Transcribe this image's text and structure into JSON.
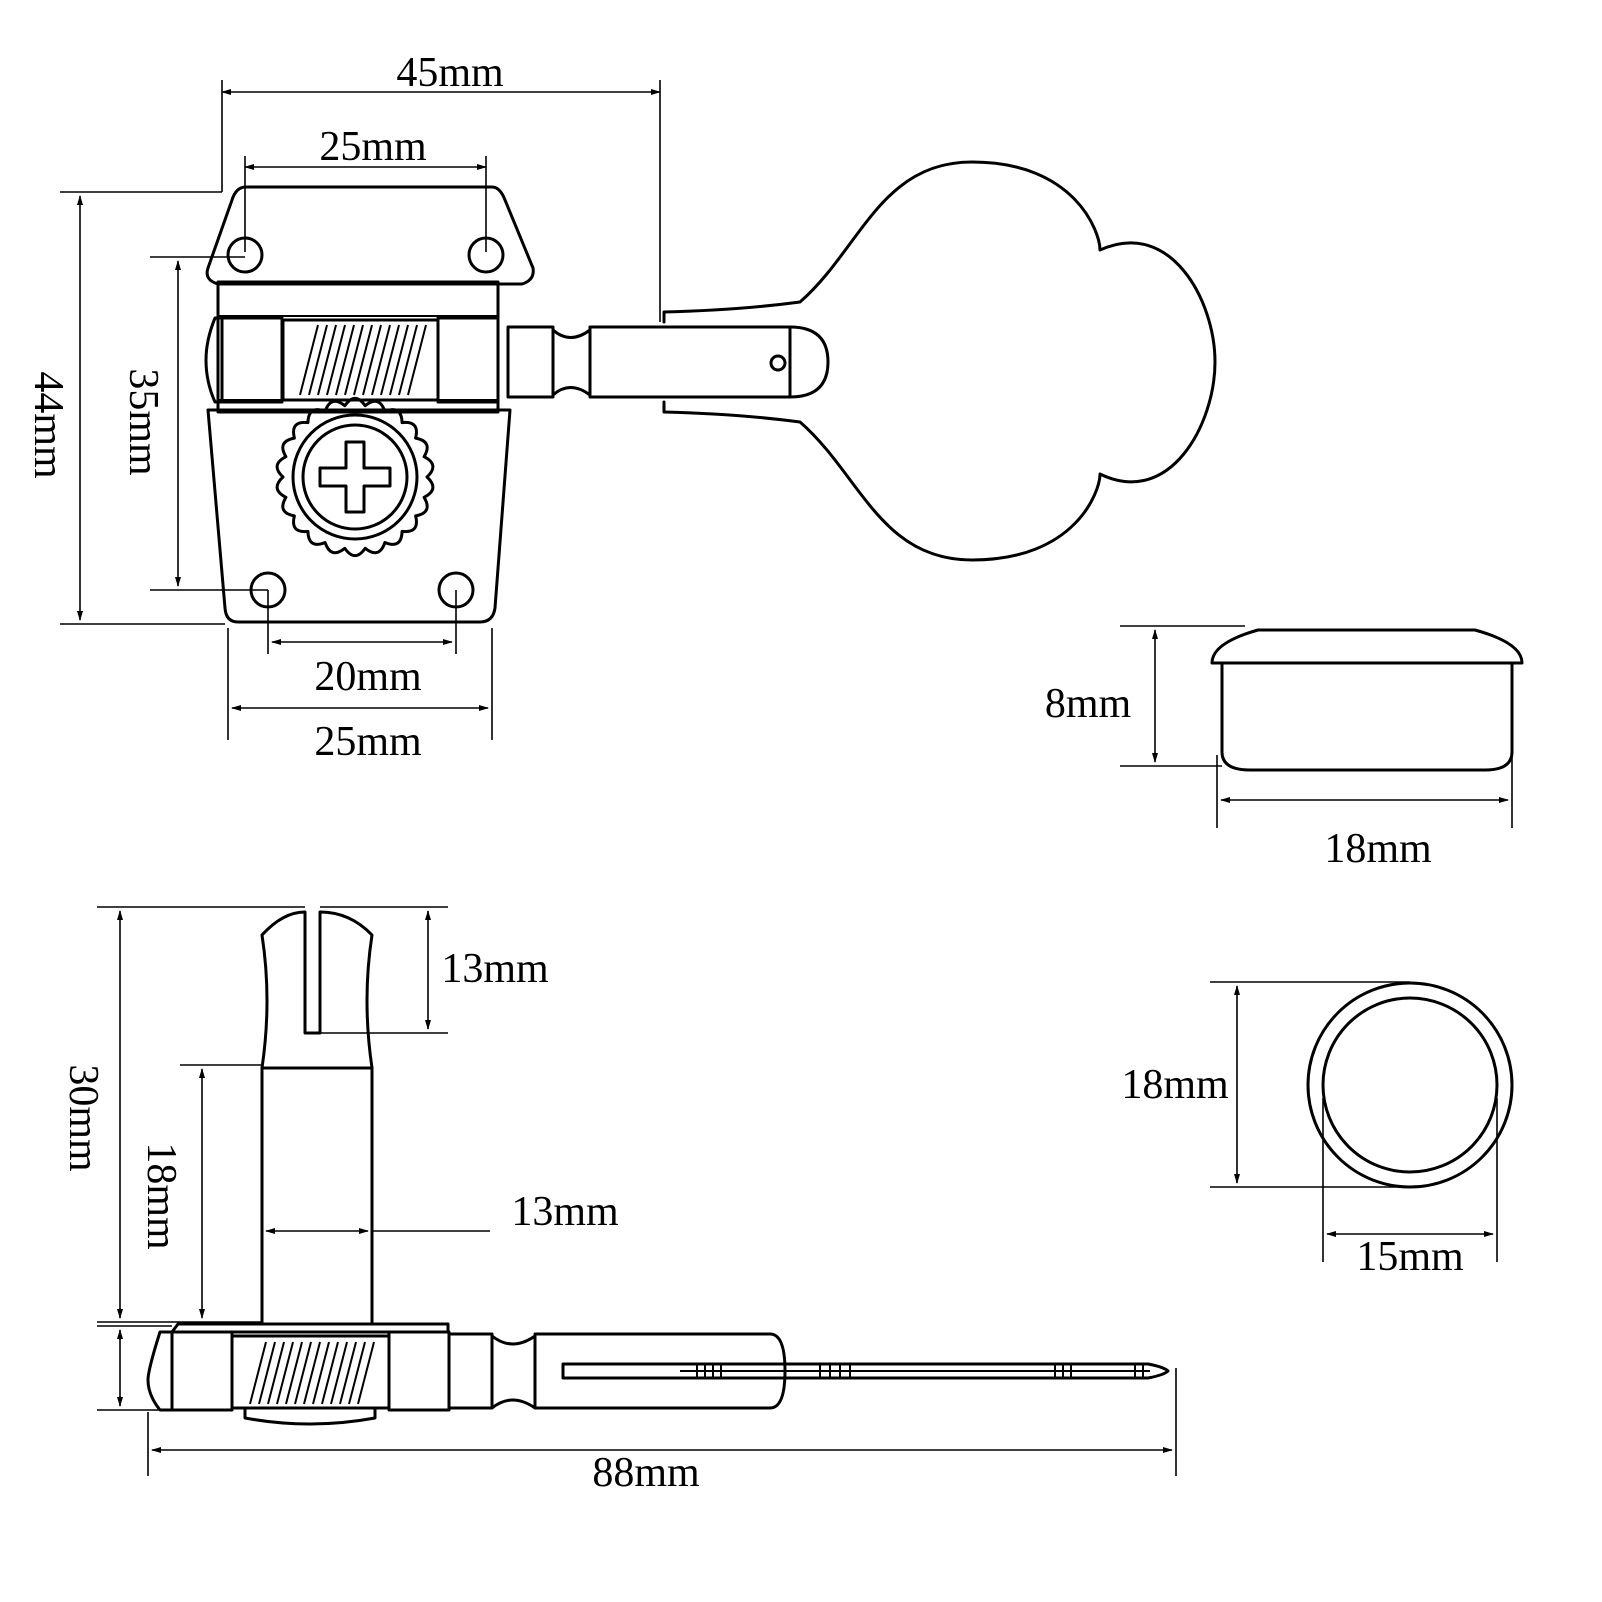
{
  "dimensions": {
    "top_45": "45mm",
    "top_25": "25mm",
    "height_44": "44mm",
    "hole_35": "35mm",
    "bottom_20": "20mm",
    "bottom_25": "25mm",
    "cap_8": "8mm",
    "cap_18": "18mm",
    "post_30": "30mm",
    "post_13_top": "13mm",
    "post_18": "18mm",
    "post_13_width": "13mm",
    "bushing_18": "18mm",
    "bushing_15": "15mm",
    "total_88": "88mm"
  }
}
